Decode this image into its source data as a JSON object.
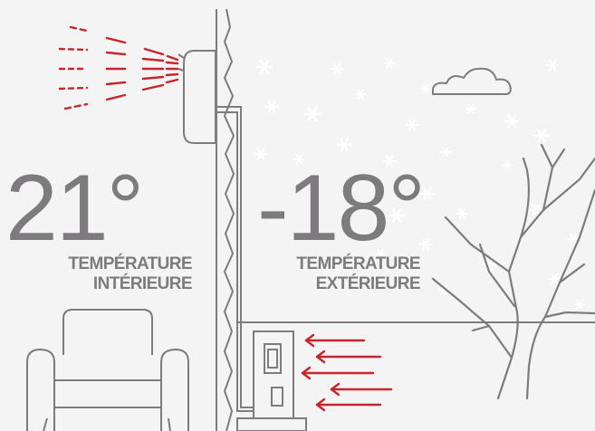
{
  "indoor": {
    "temperature": "21°",
    "label_line1": "TEMPÉRATURE",
    "label_line2": "INTÉRIEURE"
  },
  "outdoor": {
    "temperature": "-18°",
    "label_line1": "TEMPÉRATURE",
    "label_line2": "EXTÉRIEURE"
  },
  "colors": {
    "background": "#f5f4f4",
    "line": "#7d7b7d",
    "airflow_red": "#c7242b",
    "snow": "#ffffff"
  }
}
